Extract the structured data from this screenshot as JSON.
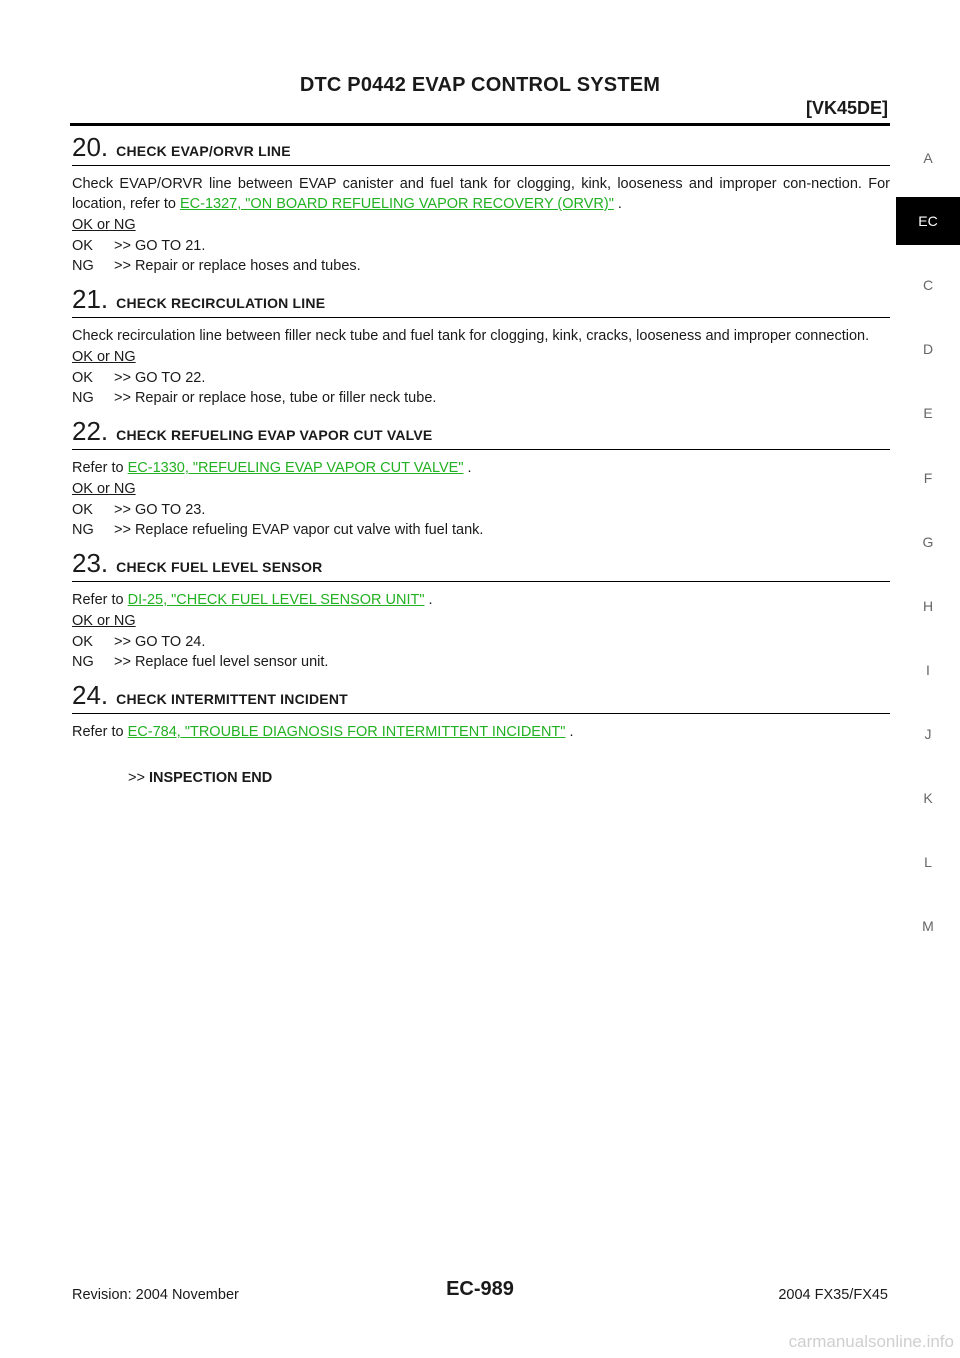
{
  "header": {
    "title": "DTC P0442 EVAP CONTROL SYSTEM",
    "engine": "[VK45DE]"
  },
  "steps": [
    {
      "num": "20",
      "title": "CHECK EVAP/ORVR LINE",
      "text_before": "Check EVAP/ORVR line between EVAP canister and fuel tank for clogging, kink, looseness and improper con-nection. For location, refer to ",
      "link": "EC-1327, \"ON BOARD REFUELING VAPOR RECOVERY (ORVR)\"",
      "text_after": " .",
      "label": "OK or NG",
      "outcomes": [
        {
          "key": "OK",
          "text": ">> GO TO 21."
        },
        {
          "key": "NG",
          "text": ">> Repair or replace hoses and tubes."
        }
      ]
    },
    {
      "num": "21",
      "title": "CHECK RECIRCULATION LINE",
      "text_before": "Check recirculation line between filler neck tube and fuel tank for clogging, kink, cracks, looseness and improper connection.",
      "link": "",
      "text_after": "",
      "label": "OK or NG",
      "outcomes": [
        {
          "key": "OK",
          "text": ">> GO TO 22."
        },
        {
          "key": "NG",
          "text": ">> Repair or replace hose, tube or filler neck tube."
        }
      ]
    },
    {
      "num": "22",
      "title": "CHECK REFUELING EVAP VAPOR CUT VALVE",
      "text_before": "Refer to ",
      "link": "EC-1330, \"REFUELING EVAP VAPOR CUT VALVE\"",
      "text_after": " .",
      "label": "OK or NG",
      "outcomes": [
        {
          "key": "OK",
          "text": ">> GO TO 23."
        },
        {
          "key": "NG",
          "text": ">> Replace refueling EVAP vapor cut valve with fuel tank."
        }
      ]
    },
    {
      "num": "23",
      "title": "CHECK FUEL LEVEL SENSOR",
      "text_before": "Refer to ",
      "link": "DI-25, \"CHECK FUEL LEVEL SENSOR UNIT\"",
      "text_after": " .",
      "label": "OK or NG",
      "outcomes": [
        {
          "key": "OK",
          "text": ">> GO TO 24."
        },
        {
          "key": "NG",
          "text": ">> Replace fuel level sensor unit."
        }
      ]
    },
    {
      "num": "24",
      "title": "CHECK INTERMITTENT INCIDENT",
      "text_before": "Refer to ",
      "link": "EC-784, \"TROUBLE DIAGNOSIS FOR INTERMITTENT INCIDENT\"",
      "text_after": " .",
      "label": "",
      "outcomes": []
    }
  ],
  "end": {
    "prefix": ">>",
    "text": "INSPECTION END"
  },
  "side_index": {
    "letters": [
      "A",
      "C",
      "D",
      "E",
      "F",
      "G",
      "H",
      "I",
      "J",
      "K",
      "L",
      "M"
    ],
    "active": "EC"
  },
  "footer": {
    "revision": "Revision: 2004 November",
    "page": "EC-989",
    "model": "2004 FX35/FX45"
  },
  "watermark": "carmanualsonline.info"
}
